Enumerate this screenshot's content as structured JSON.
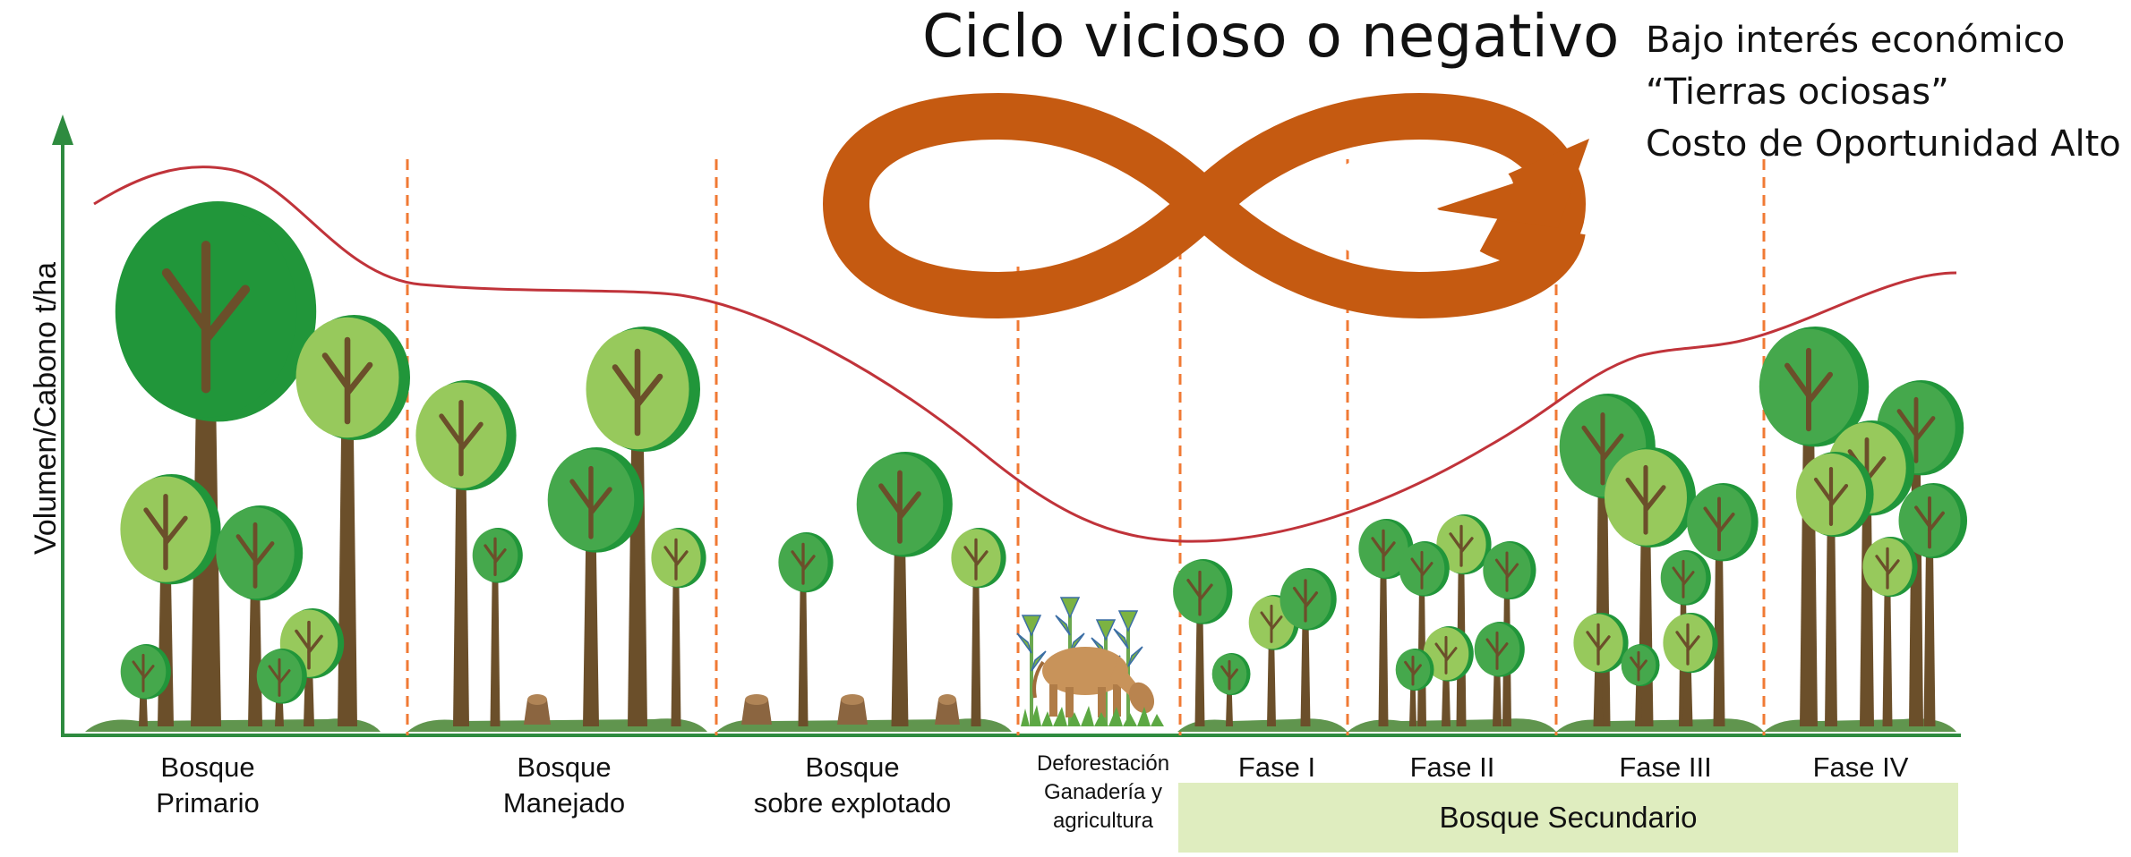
{
  "diagram": {
    "title": "Ciclo vicioso o negativo",
    "notes": [
      "Bajo interés económico",
      "“Tierras ociosas”",
      "Costo de Oportunidad Alto"
    ],
    "y_axis_label": "Volumen/Cabono t/ha",
    "stages": [
      {
        "label_line1": "Bosque",
        "label_line2": "Primario"
      },
      {
        "label_line1": "Bosque",
        "label_line2": "Manejado"
      },
      {
        "label_line1": "Bosque",
        "label_line2": "sobre explotado"
      },
      {
        "label_line1": "Deforestación",
        "label_line2": "Ganadería y",
        "label_line3": "agricultura"
      },
      {
        "label_line1": "Fase I"
      },
      {
        "label_line1": "Fase II"
      },
      {
        "label_line1": "Fase III"
      },
      {
        "label_line1": "Fase IV"
      }
    ],
    "secondary_group_label": "Bosque Secundario",
    "colors": {
      "infinity_arrow": "#c55a11",
      "curve": "#c0333a",
      "divider": "#f07a34",
      "axis": "#2e8b3f",
      "trunk": "#6b4f2a",
      "canopy_dark": "#21963a",
      "canopy_mid": "#45a84c",
      "canopy_light": "#97c95c",
      "ground": "#4f8a3b",
      "cow": "#c8935a",
      "secondary_box": "#dfedbf"
    }
  }
}
